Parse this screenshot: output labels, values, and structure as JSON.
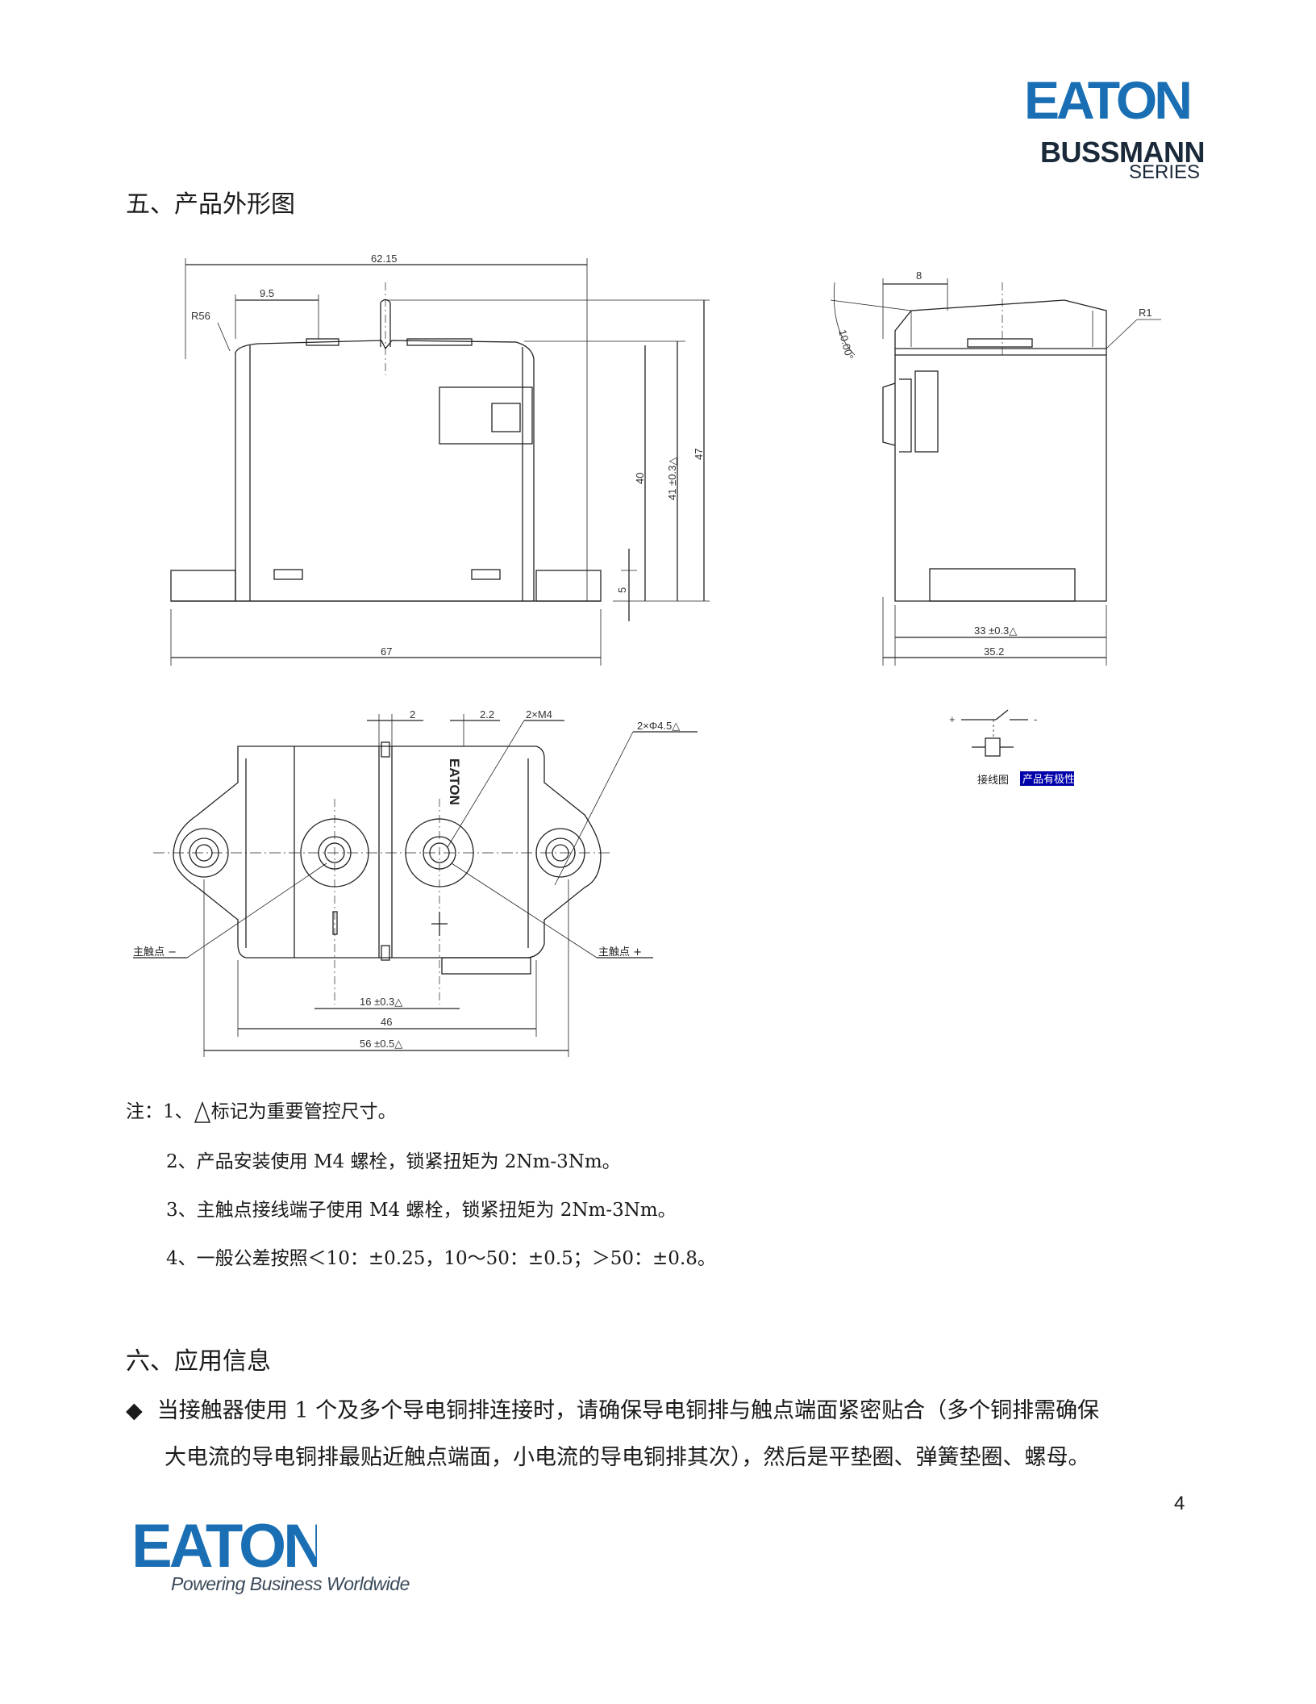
{
  "header": {
    "brand": "EATON",
    "sub1": "BUSSMANN",
    "sub2": "SERIES"
  },
  "section5": {
    "title": "五、产品外形图"
  },
  "drawing": {
    "front": {
      "top_width": "62.15",
      "terminal": "9.5",
      "radius": "R56",
      "h40": "40",
      "h41": "41 ±0.3△",
      "h47": "47",
      "h5": "5",
      "width67": "67"
    },
    "side": {
      "w8": "8",
      "angle": "10.00°",
      "r1": "R1",
      "w33": "33 ±0.3△",
      "w352": "35.2"
    },
    "top": {
      "d2": "2",
      "d22": "2.2",
      "m4": "2×M4",
      "hole": "2×Φ4.5△",
      "c16": "16 ±0.3△",
      "c46": "46",
      "c56": "56 ±0.5△",
      "main_neg": "主触点 −",
      "main_pos": "主触点 +",
      "logo": "EATON"
    },
    "wiring": {
      "plus": "+",
      "minus": "-",
      "label": "接线图",
      "polarity": "产品有极性"
    }
  },
  "notes": [
    {
      "prefix": "注：1、",
      "text": "标记为重要管控尺寸。"
    },
    {
      "prefix": "2、",
      "text": "产品安装使用 M4 螺栓，锁紧扭矩为 2Nm-3Nm。"
    },
    {
      "prefix": "3、",
      "text": "主触点接线端子使用 M4 螺栓，锁紧扭矩为 2Nm-3Nm。"
    },
    {
      "prefix": "4、",
      "text": "一般公差按照＜10：±0.25，10～50：±0.5；＞50：±0.8。"
    }
  ],
  "section6": {
    "title": "六、应用信息",
    "bullet": "◆",
    "line1": "当接触器使用 1 个及多个导电铜排连接时，请确保导电铜排与触点端面紧密贴合（多个铜排需确保",
    "line2": "大电流的导电铜排最贴近触点端面，小电流的导电铜排其次），然后是平垫圈、弹簧垫圈、螺母。"
  },
  "footer": {
    "page": "4",
    "brand": "EATON",
    "slogan": "Powering Business Worldwide"
  },
  "colors": {
    "eaton_blue": "#1a6fb4",
    "polarity_bg": "#0000aa"
  }
}
